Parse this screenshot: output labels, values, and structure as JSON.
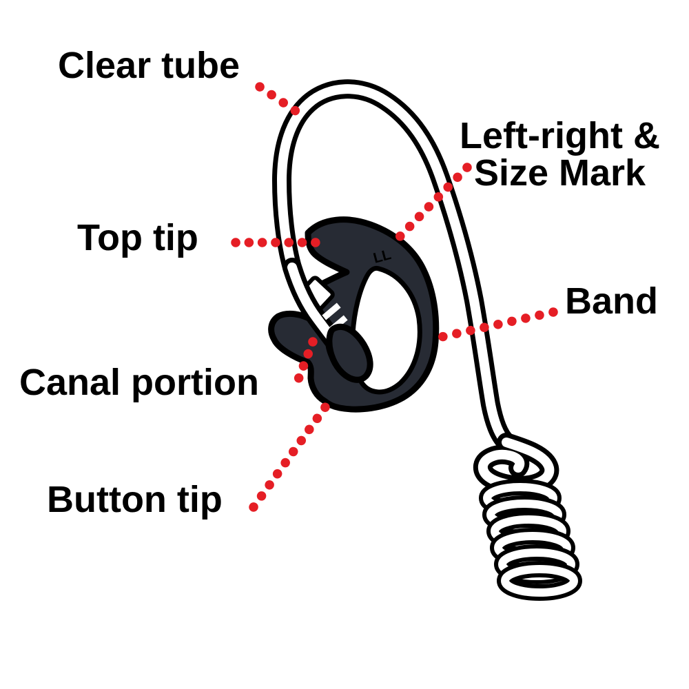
{
  "figure": {
    "labels": {
      "clear_tube": "Clear tube",
      "left_right_size_mark_line1": "Left-right &",
      "left_right_size_mark_line2": "Size Mark",
      "top_tip": "Top tip",
      "band": "Band",
      "canal_portion": "Canal portion",
      "button_tip": "Button tip"
    },
    "mold_mark": "LL",
    "colors": {
      "leader_dots": "#e51e25",
      "label_text": "#000000",
      "mold_fill": "#272b34",
      "line_art": "#000000",
      "background": "#ffffff"
    }
  }
}
